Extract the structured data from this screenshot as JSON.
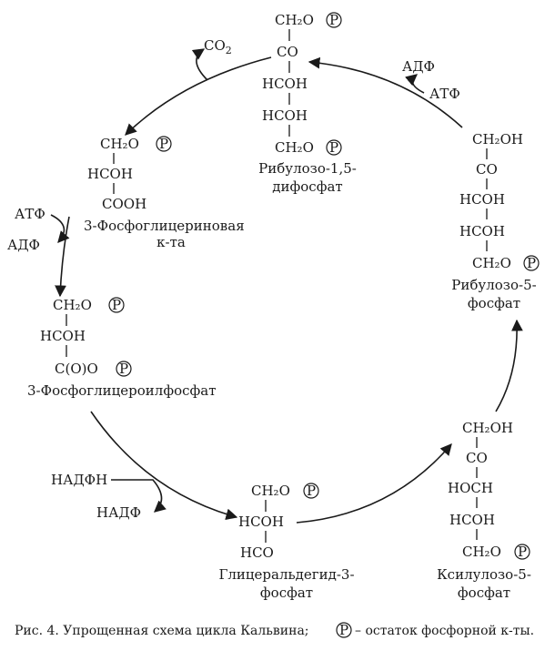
{
  "compounds": {
    "rubp": {
      "lines": [
        "CH₂O",
        "CO",
        "HCOH",
        "HCOH",
        "CH₂O"
      ],
      "name": [
        "Рибулозо-1,5-",
        "дифосфат"
      ]
    },
    "pga": {
      "lines": [
        "CH₂O",
        "HCOH",
        "COOH"
      ],
      "name": [
        "3-Фосфоглицериновая",
        "к-та"
      ]
    },
    "bpg": {
      "lines": [
        "CH₂O",
        "HCOH",
        "C(O)O"
      ],
      "name": [
        "3-Фосфоглицероилфосфат"
      ]
    },
    "g3p": {
      "lines": [
        "CH₂O",
        "HCOH",
        "HCO"
      ],
      "name": [
        "Глицеральдегид-3-",
        "фосфат"
      ]
    },
    "xu5p": {
      "lines": [
        "CH₂OH",
        "CO",
        "HOCH",
        "HCOH",
        "CH₂O"
      ],
      "name": [
        "Ксилулозо-5-",
        "фосфат"
      ]
    },
    "ru5p": {
      "lines": [
        "CH₂OH",
        "CO",
        "HCOH",
        "HCOH",
        "CH₂O"
      ],
      "name": [
        "Рибулозо-5-",
        "фосфат"
      ]
    }
  },
  "phosphate_symbol": "P",
  "cofactors": {
    "co2": "CO",
    "co2_sub": "2",
    "atp_top": "АТФ",
    "adp_top": "АДФ",
    "atp_left": "АТФ",
    "adp_left": "АДФ",
    "nadph": "НАДФН",
    "nadp": "НАДФ"
  },
  "caption": {
    "prefix": "Рис.  4. Упрощенная схема цикла Кальвина;",
    "suffix": "– остаток фосфорной к-ты."
  }
}
